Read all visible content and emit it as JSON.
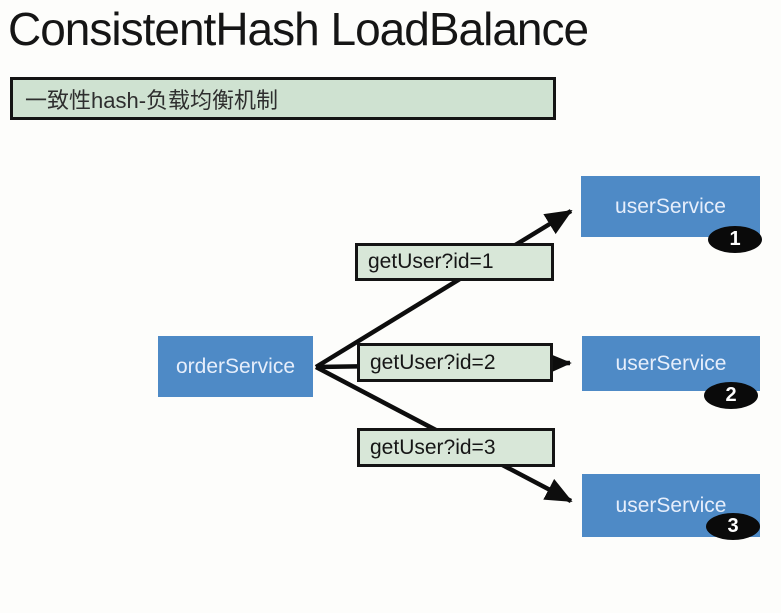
{
  "page": {
    "title": "ConsistentHash LoadBalance",
    "subtitle_banner": "一致性hash-负载均衡机制"
  },
  "colors": {
    "node_blue": "#4e8ac6",
    "node_text_light": "#e6eefb",
    "label_green_fill": "#d8e7d8",
    "banner_green_fill": "#cfe2d1",
    "border_black": "#141414",
    "badge_black": "#0a0a0a",
    "arrow_black": "#0d0d0d",
    "background": "#fdfdfb"
  },
  "diagram": {
    "consumer": {
      "label": "orderService"
    },
    "requests": [
      {
        "label": "getUser?id=1"
      },
      {
        "label": "getUser?id=2"
      },
      {
        "label": "getUser?id=3"
      }
    ],
    "providers": [
      {
        "label": "userService",
        "badge": "1"
      },
      {
        "label": "userService",
        "badge": "2"
      },
      {
        "label": "userService",
        "badge": "3"
      }
    ]
  }
}
